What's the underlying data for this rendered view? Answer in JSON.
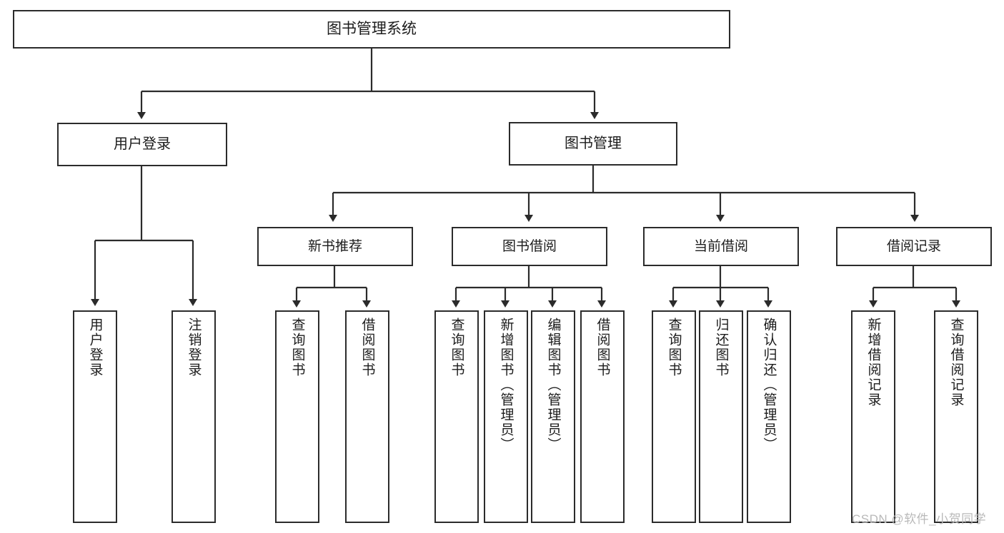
{
  "diagram": {
    "type": "tree",
    "title": "图书管理系统",
    "background_color": "#ffffff",
    "border_color": "#2b2b2b",
    "text_color": "#1c1c1c",
    "root": {
      "label": "图书管理系统"
    },
    "level2": [
      {
        "label": "用户登录"
      },
      {
        "label": "图书管理"
      }
    ],
    "level3": [
      {
        "label": "新书推荐"
      },
      {
        "label": "图书借阅"
      },
      {
        "label": "当前借阅"
      },
      {
        "label": "借阅记录"
      }
    ],
    "leaves": {
      "user_login": [
        {
          "label": "用户登录"
        },
        {
          "label": "注销登录"
        }
      ],
      "new_book_recommend": [
        {
          "label": "查询图书"
        },
        {
          "label": "借阅图书"
        }
      ],
      "book_borrow": [
        {
          "label": "查询图书"
        },
        {
          "label": "新增图书（管理员）"
        },
        {
          "label": "编辑图书（管理员）"
        },
        {
          "label": "借阅图书"
        }
      ],
      "current_borrow": [
        {
          "label": "查询图书"
        },
        {
          "label": "归还图书"
        },
        {
          "label": "确认归还（管理员）"
        }
      ],
      "borrow_record": [
        {
          "label": "新增借阅记录"
        },
        {
          "label": "查询借阅记录"
        }
      ]
    }
  },
  "watermark": {
    "text": "CSDN @软件_小贺同学"
  }
}
